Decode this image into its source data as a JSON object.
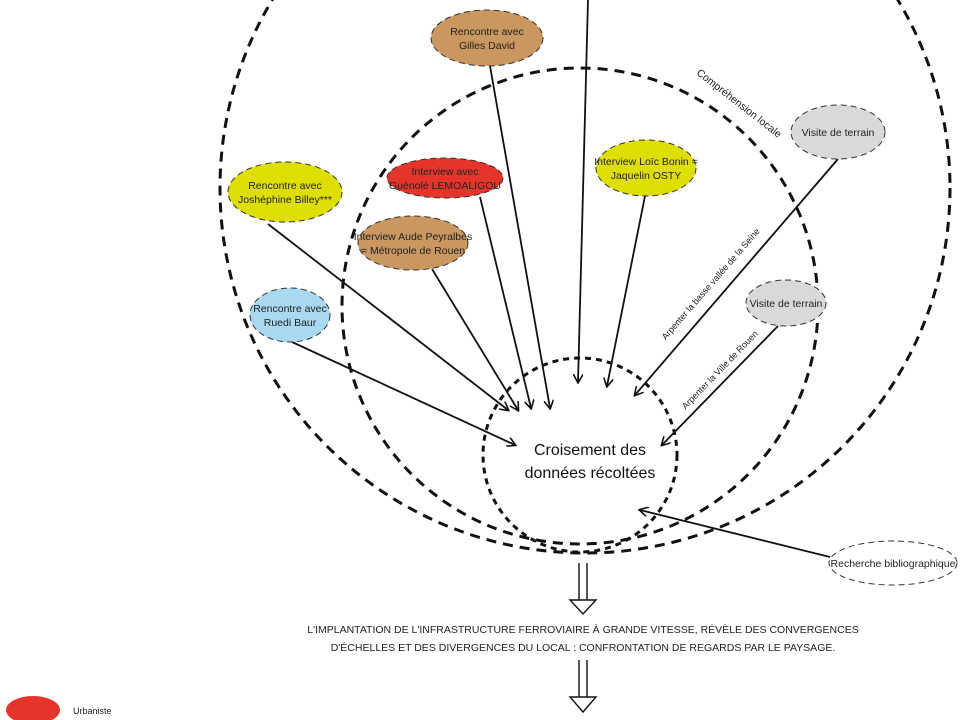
{
  "center": {
    "line1": "Croisement des",
    "line2": "données récoltées"
  },
  "circle_label": "Compréhension locale",
  "nodes": [
    {
      "id": "gilles",
      "line1": "Rencontre avec",
      "line2": "Gilles David",
      "color": "#c9975f"
    },
    {
      "id": "guenole",
      "line1": "Interview avec",
      "line2": "Guénolé LEMOALIGOU",
      "color": "#e5352b"
    },
    {
      "id": "loic",
      "line1": "Interview Loïc Bonin =",
      "line2": "Jaquelin OSTY",
      "color": "#dede00"
    },
    {
      "id": "josephine",
      "line1": "Rencontre avec",
      "line2": "Joshéphine Billey***",
      "color": "#dede00"
    },
    {
      "id": "aude",
      "line1": "Interview Aude Peyralbes",
      "line2": "= Métropole de Rouen",
      "color": "#c9975f"
    },
    {
      "id": "ruedi",
      "line1": "Rencontre avec",
      "line2": "Ruedi Baur",
      "color": "#a9d9f0"
    },
    {
      "id": "visite1",
      "line1": "Visite de terrain",
      "line2": "",
      "color": "#d9d9d9"
    },
    {
      "id": "visite2",
      "line1": "Visite de terrain",
      "line2": "",
      "color": "#d9d9d9"
    },
    {
      "id": "biblio",
      "line1": "Recherche bibliographique",
      "line2": "",
      "color": "#ffffff"
    }
  ],
  "edge_labels": {
    "seine": "Arpenter la basse vallée de la Seine",
    "rouen": "Arpenter la Ville  de Rouen"
  },
  "conclusion": {
    "line1": "L'IMPLANTATION DE L'INFRASTRUCTURE FERROVIAIRE À GRANDE VITESSE, RÉVÈLE DES CONVERGENCES",
    "line2": "D'ÉCHELLES ET DES DIVERGENCES DU LOCAL : CONFRONTATION DE REGARDS PAR LE PAYSAGE."
  },
  "legend": [
    {
      "label": "Urbaniste",
      "color": "#e5352b"
    }
  ]
}
